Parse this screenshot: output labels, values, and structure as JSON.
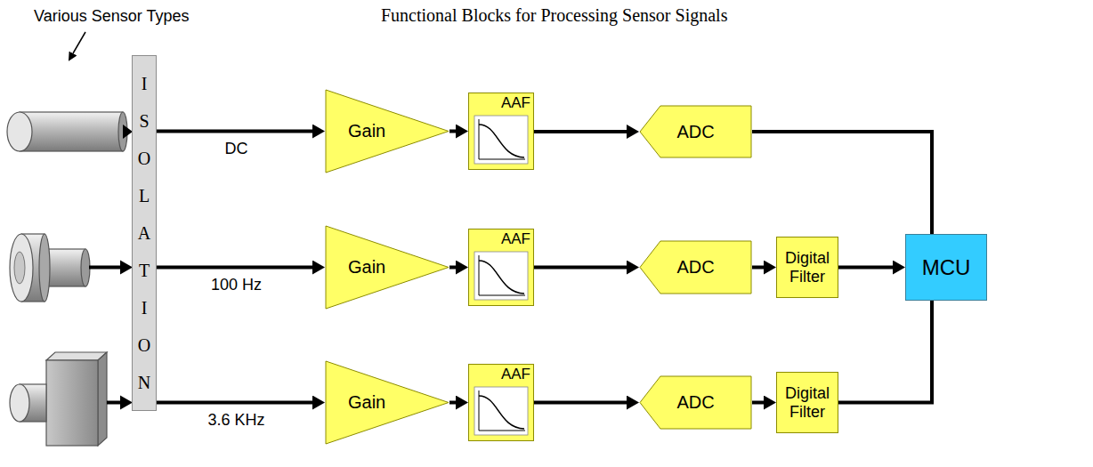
{
  "diagram": {
    "title": "Functional Blocks for Processing Sensor Signals",
    "nodes": [
      {
        "text": [
          "ISOLATION"
        ]
      },
      {
        "text": [
          "Gain"
        ]
      },
      {
        "text": [
          "AAF"
        ]
      },
      {
        "text": [
          "ADC"
        ]
      },
      {
        "text": [
          "Gain"
        ]
      },
      {
        "text": [
          "AAF"
        ]
      },
      {
        "text": [
          "ADC"
        ]
      },
      {
        "text": [
          "Digital Filter"
        ]
      },
      {
        "text": [
          "Gain"
        ]
      },
      {
        "text": [
          "AAF"
        ]
      },
      {
        "text": [
          "ADC"
        ]
      },
      {
        "text": [
          "Digital Filter"
        ]
      },
      {
        "text": [
          "MCU"
        ]
      }
    ],
    "edges": [
      {
        "from": 0,
        "to": 1,
        "arrow": "to",
        "label": "DC"
      },
      {
        "from": 0,
        "to": 4,
        "arrow": "to",
        "label": "100 Hz"
      },
      {
        "from": 0,
        "to": 8,
        "arrow": "to",
        "label": "3.6 KHz"
      },
      {
        "from": 1,
        "to": 2,
        "arrow": "to"
      },
      {
        "from": 2,
        "to": 3,
        "arrow": "to"
      },
      {
        "from": 3,
        "to": 12,
        "arrow": "to"
      },
      {
        "from": 4,
        "to": 5,
        "arrow": "to"
      },
      {
        "from": 5,
        "to": 6,
        "arrow": "to"
      },
      {
        "from": 6,
        "to": 7,
        "arrow": "to"
      },
      {
        "from": 7,
        "to": 12,
        "arrow": "to"
      },
      {
        "from": 8,
        "to": 9,
        "arrow": "to"
      },
      {
        "from": 9,
        "to": 10,
        "arrow": "to"
      },
      {
        "from": 10,
        "to": 11,
        "arrow": "to"
      },
      {
        "from": 11,
        "to": 12,
        "arrow": "to"
      }
    ],
    "labels": [
      "Various Sensor Types"
    ]
  }
}
